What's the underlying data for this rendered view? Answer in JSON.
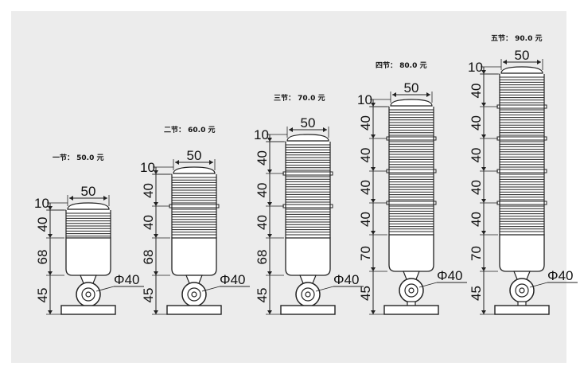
{
  "columns": [
    {
      "price_label": "一节： 50.0 元",
      "top_width": "50",
      "cap_height": "10",
      "segments": [
        "40"
      ],
      "body_height": "68",
      "base_height": "45",
      "diameter": "Φ40"
    },
    {
      "price_label": "二节： 60.0 元",
      "top_width": "50",
      "cap_height": "10",
      "segments": [
        "40",
        "40"
      ],
      "body_height": "68",
      "base_height": "45",
      "diameter": "Φ40"
    },
    {
      "price_label": "三节： 70.0 元",
      "top_width": "50",
      "cap_height": "10",
      "segments": [
        "40",
        "40",
        "40"
      ],
      "body_height": "68",
      "base_height": "45",
      "diameter": "Φ40"
    },
    {
      "price_label": "四节： 80.0 元",
      "top_width": "50",
      "cap_height": "10",
      "segments": [
        "40",
        "40",
        "40",
        "40"
      ],
      "body_height": "70",
      "base_height": "45",
      "diameter": "Φ40"
    },
    {
      "price_label": "五节： 90.0 元",
      "top_width": "50",
      "cap_height": "10",
      "segments": [
        "40",
        "40",
        "40",
        "40",
        "40"
      ],
      "body_height": "70",
      "base_height": "45",
      "diameter": "Φ40"
    }
  ],
  "colors": {
    "panel_background": "#ececec",
    "line": "#222222"
  }
}
